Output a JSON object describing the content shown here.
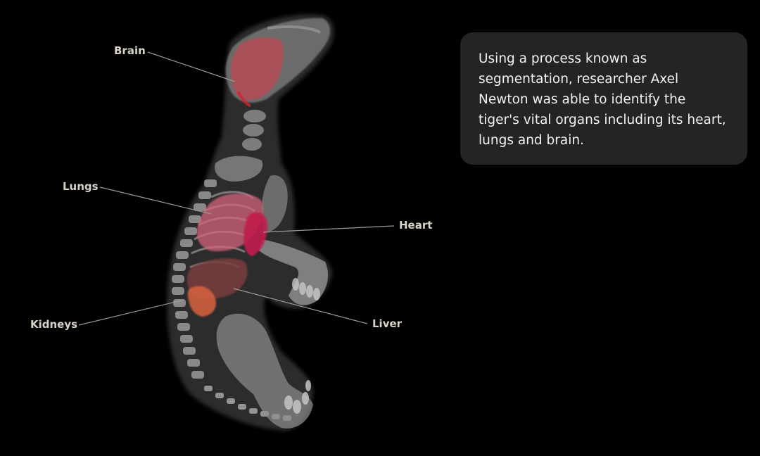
{
  "figure": {
    "labels": {
      "brain": "Brain",
      "lungs": "Lungs",
      "heart": "Heart",
      "kidneys": "Kidneys",
      "liver": "Liver"
    },
    "caption": "Using a process known as segmentation, researcher Axel Newton was able to identify the tiger's vital organs including its heart, lungs and brain.",
    "colors": {
      "background": "#000000",
      "card": "#242424",
      "label_text": "#d8d3c6",
      "brain": "#b84a52",
      "lungs": "#d9657f",
      "heart": "#c21f4e",
      "liver": "#7a3c3c",
      "kidneys": "#d9633f"
    }
  }
}
